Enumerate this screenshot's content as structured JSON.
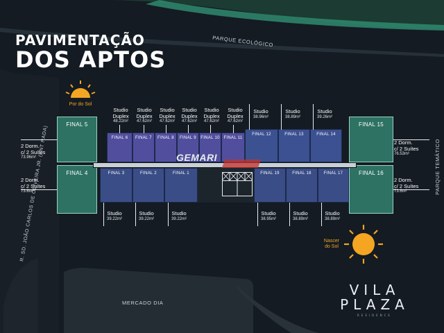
{
  "title": {
    "line1": "PAVIMENTAÇÃO",
    "line2": "DOS APTOS"
  },
  "streets": {
    "top": "PARQUE ECOLÓGICO",
    "left": "R. SD. JOÃO CARLOS DE OLIVEIRA JR. (ENT RADA)",
    "right": "PARQUE TEMÁTICO",
    "bottom": "MERCADO DIA"
  },
  "sun": {
    "west": "Por do Sol",
    "east_line1": "Nascer",
    "east_line2": "do Sol"
  },
  "units_top": [
    {
      "label": "FINAL 6",
      "type1": "Studio",
      "type2": "Duplex",
      "area": "48.22m²"
    },
    {
      "label": "FINAL 7",
      "type1": "Studio",
      "type2": "Duplex",
      "area": "47.62m²"
    },
    {
      "label": "FINAL 8",
      "type1": "Studio",
      "type2": "Duplex",
      "area": "47.62m²"
    },
    {
      "label": "FINAL 9",
      "type1": "Studio",
      "type2": "Duplex",
      "area": "47.62m²"
    },
    {
      "label": "FINAL 10",
      "type1": "Studio",
      "type2": "Duplex",
      "area": "47.62m²"
    },
    {
      "label": "FINAL 11",
      "type1": "Studio",
      "type2": "Duplex",
      "area": "47.62m²"
    },
    {
      "label": "FINAL 12",
      "type1": "Studio",
      "type2": "",
      "area": "38.96m²"
    },
    {
      "label": "FINAL 13",
      "type1": "Studio",
      "type2": "",
      "area": "38.89m²"
    },
    {
      "label": "FINAL 14",
      "type1": "Studio",
      "type2": "",
      "area": "39.26m²"
    }
  ],
  "units_bottom": [
    {
      "label": "FINAL 3",
      "type1": "Studio",
      "area": "39.22m²"
    },
    {
      "label": "FINAL 2",
      "type1": "Studio",
      "area": "39.22m²"
    },
    {
      "label": "FINAL 1",
      "type1": "Studio",
      "area": "39.22m²"
    },
    {
      "label": "FINAL 19",
      "type1": "Studio",
      "area": "38.95m²"
    },
    {
      "label": "FINAL 18",
      "type1": "Studio",
      "area": "38.89m²"
    },
    {
      "label": "FINAL 17",
      "type1": "Studio",
      "area": "38.89m²"
    }
  ],
  "ends": [
    {
      "label": "FINAL 5",
      "l1": "2 Dorm.",
      "l2": "c/ 2 Suítes",
      "area": "73.96m²"
    },
    {
      "label": "FINAL 4",
      "l1": "2 Dorm.",
      "l2": "c/ 2 Suítes",
      "area": "73.6m²"
    },
    {
      "label": "FINAL 15",
      "l1": "2 Dorm.",
      "l2": "c/ 2 Suítes",
      "area": "76.53m²"
    },
    {
      "label": "FINAL 16",
      "l1": "2 Dorm.",
      "l2": "c/ 2 Suítes",
      "area": "73.6m²"
    }
  ],
  "watermark": "GEMARI",
  "brand": {
    "line1": "VILA",
    "line2": "PLAZA",
    "line3": "RESIDENCE"
  },
  "colors": {
    "background": "#141b22",
    "unit_blue": "#3a4d86",
    "unit_purple": "#524e9e",
    "unit_green": "#2e7264",
    "sun": "#f4a623"
  }
}
